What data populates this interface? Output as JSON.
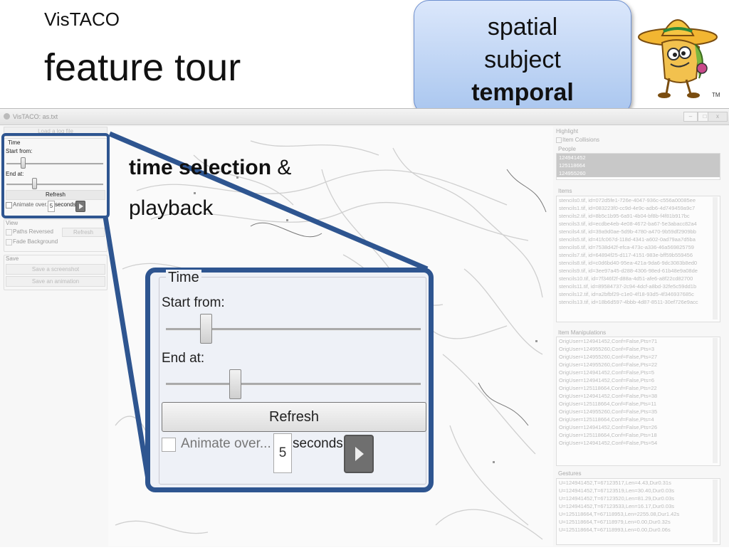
{
  "slide": {
    "subtitle": "VisTACO",
    "title": "feature tour",
    "callout": [
      "spatial",
      "subject",
      "temporal"
    ],
    "caption_bold": "time selection",
    "caption_rest": " &",
    "caption_line2": "playback",
    "mascot_tm": "TM"
  },
  "window": {
    "title": "VisTACO: as.txt",
    "minimize": "–",
    "maximize": "□",
    "close": "x"
  },
  "left_panel": {
    "load_button": "Load a log file",
    "time_group": "Time",
    "start_label": "Start from:",
    "end_label": "End at:",
    "refresh_label": "Refresh",
    "animate_label": "Animate over...",
    "animate_value": "5",
    "seconds_label": "seconds",
    "view_group": "View",
    "paths_reversed": "Paths Reversed",
    "refresh2": "Refresh",
    "fade_background": "Fade Background",
    "save_group": "Save",
    "save_screenshot": "Save a screenshot",
    "save_animation": "Save an animation"
  },
  "zoom": {
    "time_group": "Time",
    "start_label": "Start from:",
    "end_label": "End at:",
    "refresh_label": "Refresh",
    "animate_label": "Animate over...",
    "animate_value": "5",
    "seconds_label": "seconds"
  },
  "right_panel": {
    "highlight_label": "Highlight",
    "item_collisions": "Item Collisions",
    "people_label": "People",
    "people": [
      "124941452",
      "125118664",
      "124955260"
    ],
    "items_label": "Items",
    "items": [
      "stencils0.tif, id=072d5fe1-726e-4047-936c-c556a00085ee",
      "stencils1.tif, id=083223f0-cc9d-4e9c-adb6-4d749459a9c7",
      "stencils2.tif, id=8b5c1b95-6a91-4b04-bf8b-f4f81b917bc",
      "stencils3.tif, id=ecdbe4eb-4e08-4672-ba67-5e3abacc82a4",
      "stencils4.tif, id=39a9d0ae-5d9b-4780-a470-9b59df2909bb",
      "stencils5.tif, id=41fc067d-118d-4341-a602-0ad79aa7d5ba",
      "stencils6.tif, id=7538d42f-efca-473c-a336-46a569825759",
      "stencils7.tif, id=64894f25-d117-4151-983e-bff59b559456",
      "stencils8.tif, id=c0d6bd40-95ea-421a-9da6-9dc3083b8ed0",
      "stencils9.tif, id=3ee97a45-d288-4306-98ed-61b48e9a08de",
      "stencils10.tif, id=7f346f2f-d88a-4d51-afe6-a8f22cd82700",
      "stencils11.tif, id=89584737-2c94-4dcf-a8bd-32fe5c59dd1b",
      "stencils12.tif, id=a2bfbf29-c1e0-4f18-93d5-4f346937685c",
      "stencils13.tif, id=18b6d597-4bbb-4d87-8511-30ef726e9acc"
    ],
    "manip_label": "Item Manipulations",
    "manipulations": [
      "OrigUser=124941452,Conf=False,Pts=71",
      "OrigUser=124955260,Conf=False,Pts=3",
      "OrigUser=124955260,Conf=False,Pts=27",
      "OrigUser=124955260,Conf=False,Pts=22",
      "OrigUser=124941452,Conf=False,Pts=5",
      "OrigUser=124941452,Conf=False,Pts=6",
      "OrigUser=125118664,Conf=False,Pts=22",
      "OrigUser=124941452,Conf=False,Pts=38",
      "OrigUser=125118664,Conf=False,Pts=11",
      "OrigUser=124955260,Conf=False,Pts=35",
      "OrigUser=125118664,Conf=False,Pts=4",
      "OrigUser=124941452,Conf=False,Pts=26",
      "OrigUser=125118664,Conf=False,Pts=18",
      "OrigUser=124941452,Conf=False,Pts=54"
    ],
    "gestures_label": "Gestures",
    "gestures": [
      "U=124941452,T=67123517,Len=4.43,Dur0.31s",
      "U=124941452,T=67123519,Len=30.40,Dur0.03s",
      "U=124941452,T=67123520,Len=81.29,Dur0.03s",
      "U=124941452,T=67123533,Len=16.17,Dur0.03s",
      "U=125118664,T=67118953,Len=2255.08,Dur1.42s",
      "U=125118664,T=67118979,Len=0.00,Dur0.32s",
      "U=125118664,T=67118993,Len=0.00,Dur0.06s"
    ]
  },
  "colors": {
    "accent": "#2e5590",
    "callout_top": "#dbe7fb",
    "callout_bottom": "#a9c6ef"
  }
}
